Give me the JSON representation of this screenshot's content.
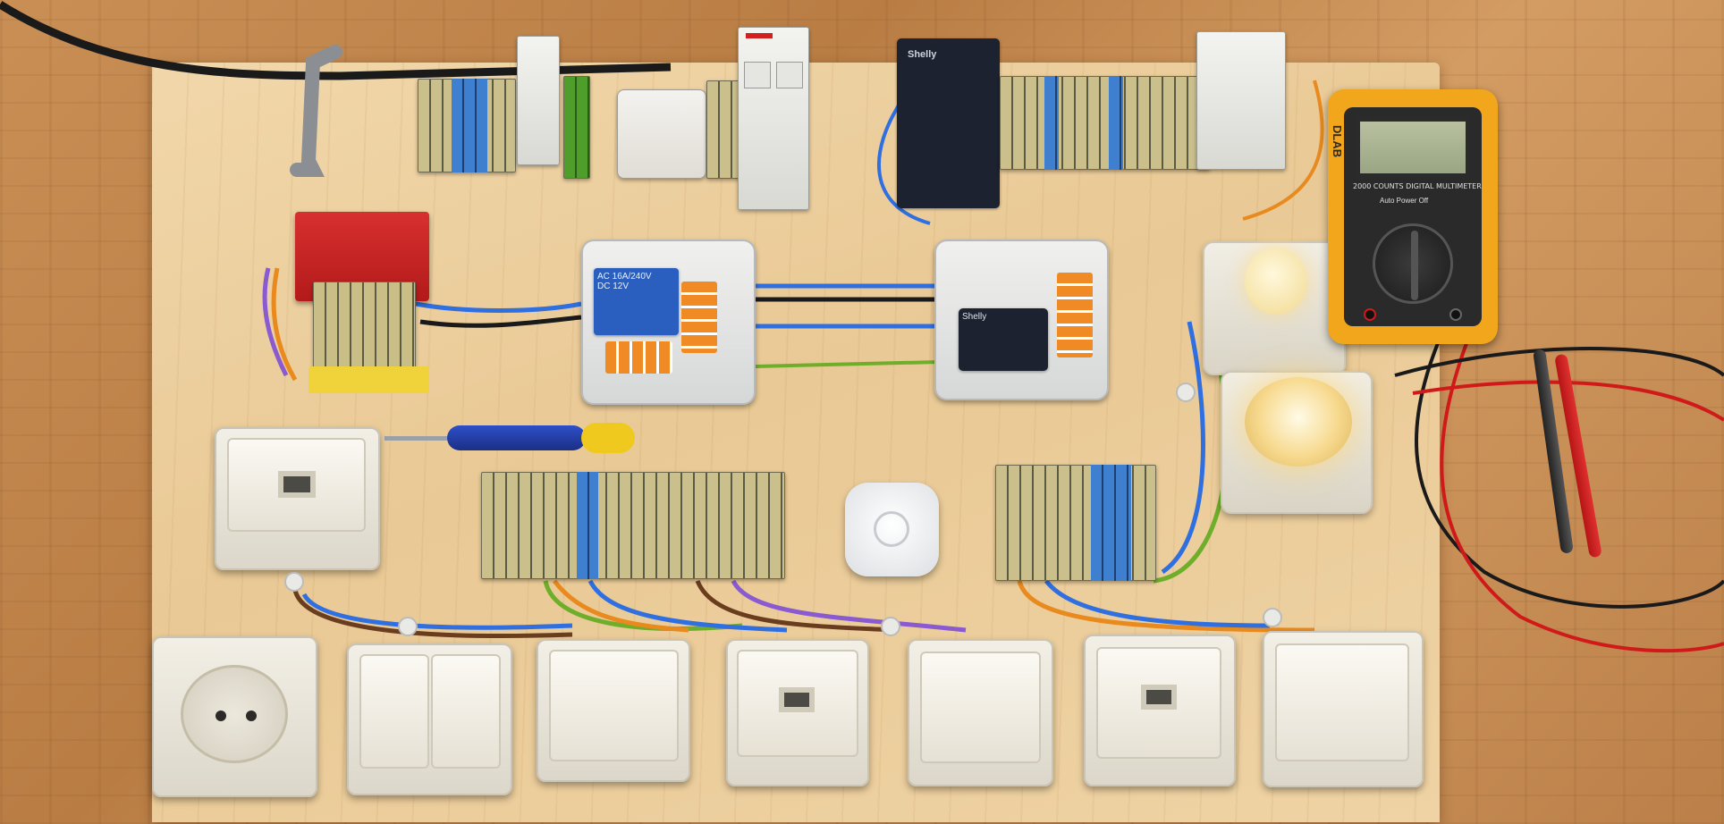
{
  "labels": {
    "devices_brand": "Shelly",
    "relay_spec_1": "AC 16A/240V",
    "relay_spec_2": "DC 12V",
    "meter_header": "DIGITAL MULTIMETER",
    "meter_counts": "2000 COUNTS",
    "meter_autopower": "Auto Power Off",
    "meter_brand": "DLAB"
  },
  "colors": {
    "wire_blue": "#2f6fe0",
    "wire_brown": "#6b3d1f",
    "wire_green_yellow": "#6fae2a",
    "wire_orange": "#e88a1e",
    "wire_purple": "#8a5ad0",
    "wire_black": "#1a1a1a",
    "wire_red": "#d01a1a",
    "meter_case": "#f2a61c",
    "breaker_red": "#d21f1f"
  }
}
